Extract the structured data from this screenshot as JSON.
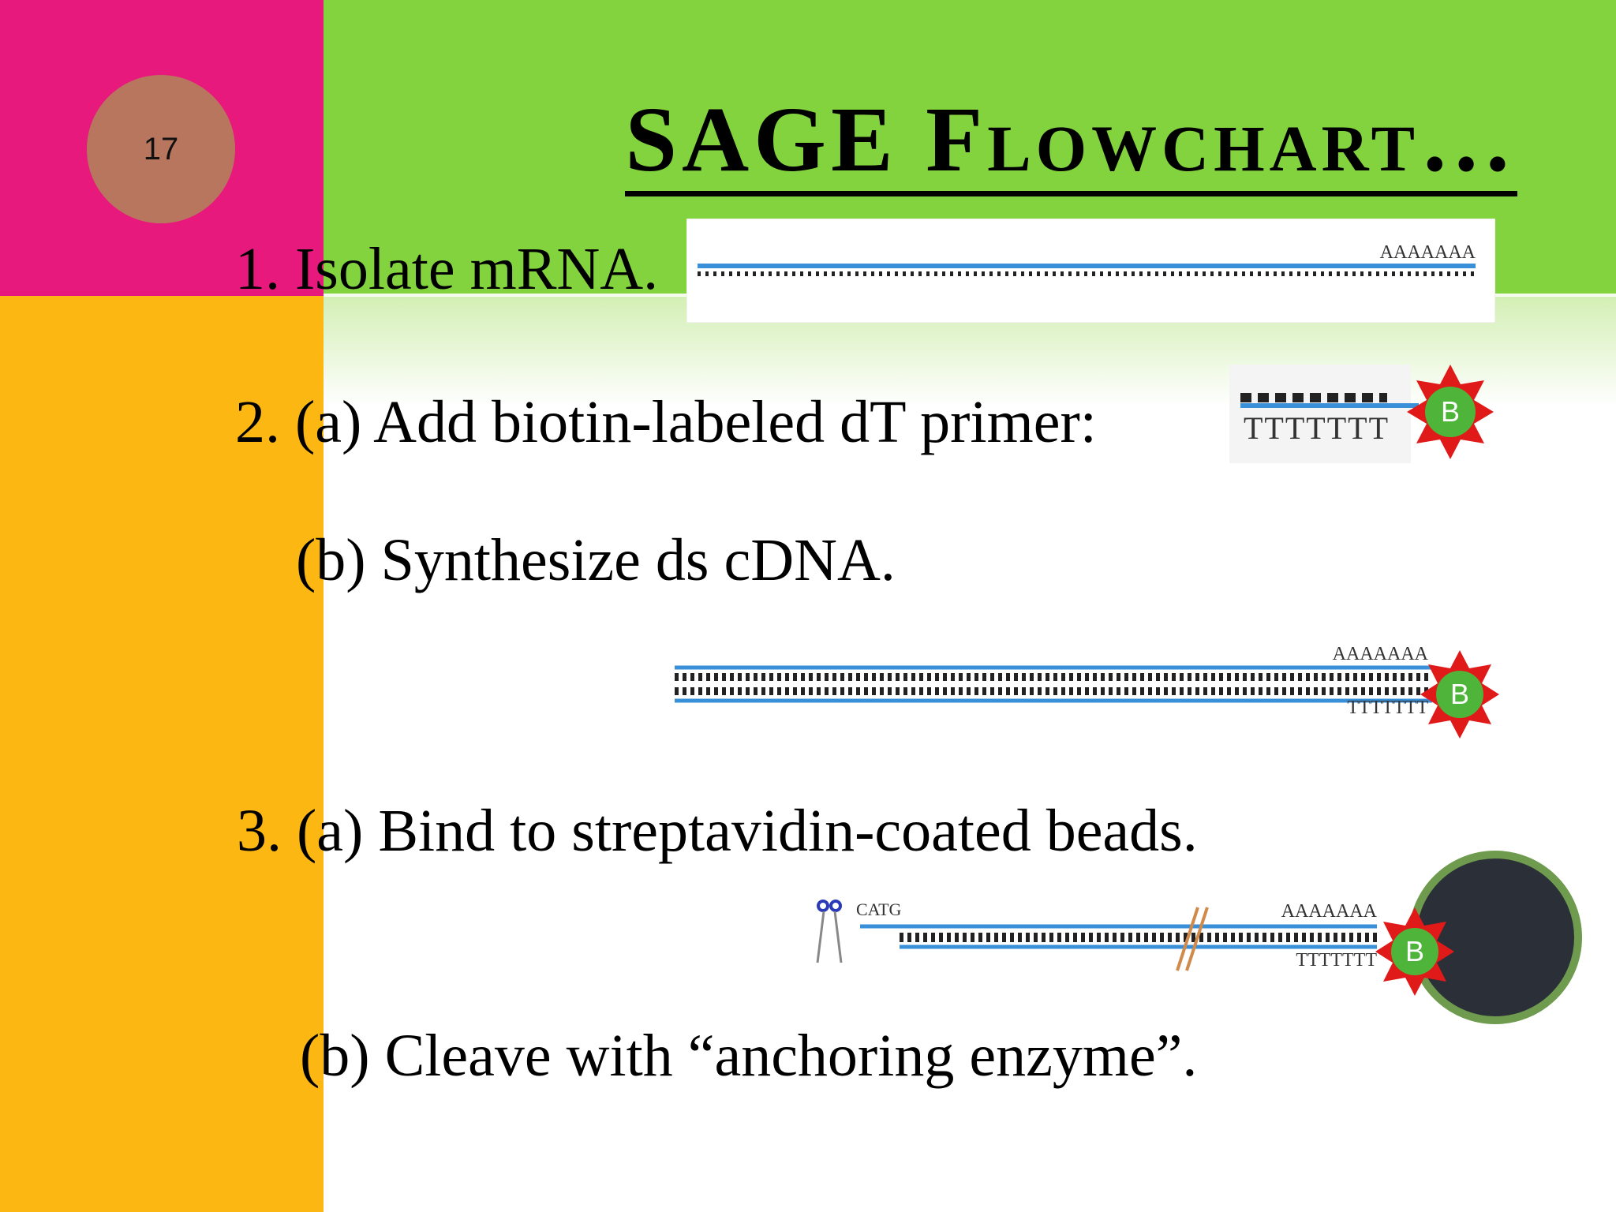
{
  "slide": {
    "number": "17",
    "title": "SAGE Flowchart…"
  },
  "steps": [
    "1. Isolate mRNA.",
    "2. (a) Add biotin-labeled dT primer:",
    "(b) Synthesize ds cDNA.",
    "3. (a) Bind to streptavidin-coated beads.",
    "(b) Cleave with “anchoring enzyme”."
  ],
  "figures": {
    "poly_a": "AAAAAAA",
    "poly_t": "TTTTTTT",
    "biotin_label": "B",
    "site_label": "CATG"
  },
  "colors": {
    "pink": "#e8197c",
    "green": "#82d33e",
    "yellow": "#fcb712",
    "badge": "#b8765f",
    "strand": "#3a8fd9",
    "biotin_star": "#e01919",
    "biotin_fill": "#4fb43a",
    "bead": "#2b2f38",
    "bead_ring": "#6f9b4e"
  }
}
